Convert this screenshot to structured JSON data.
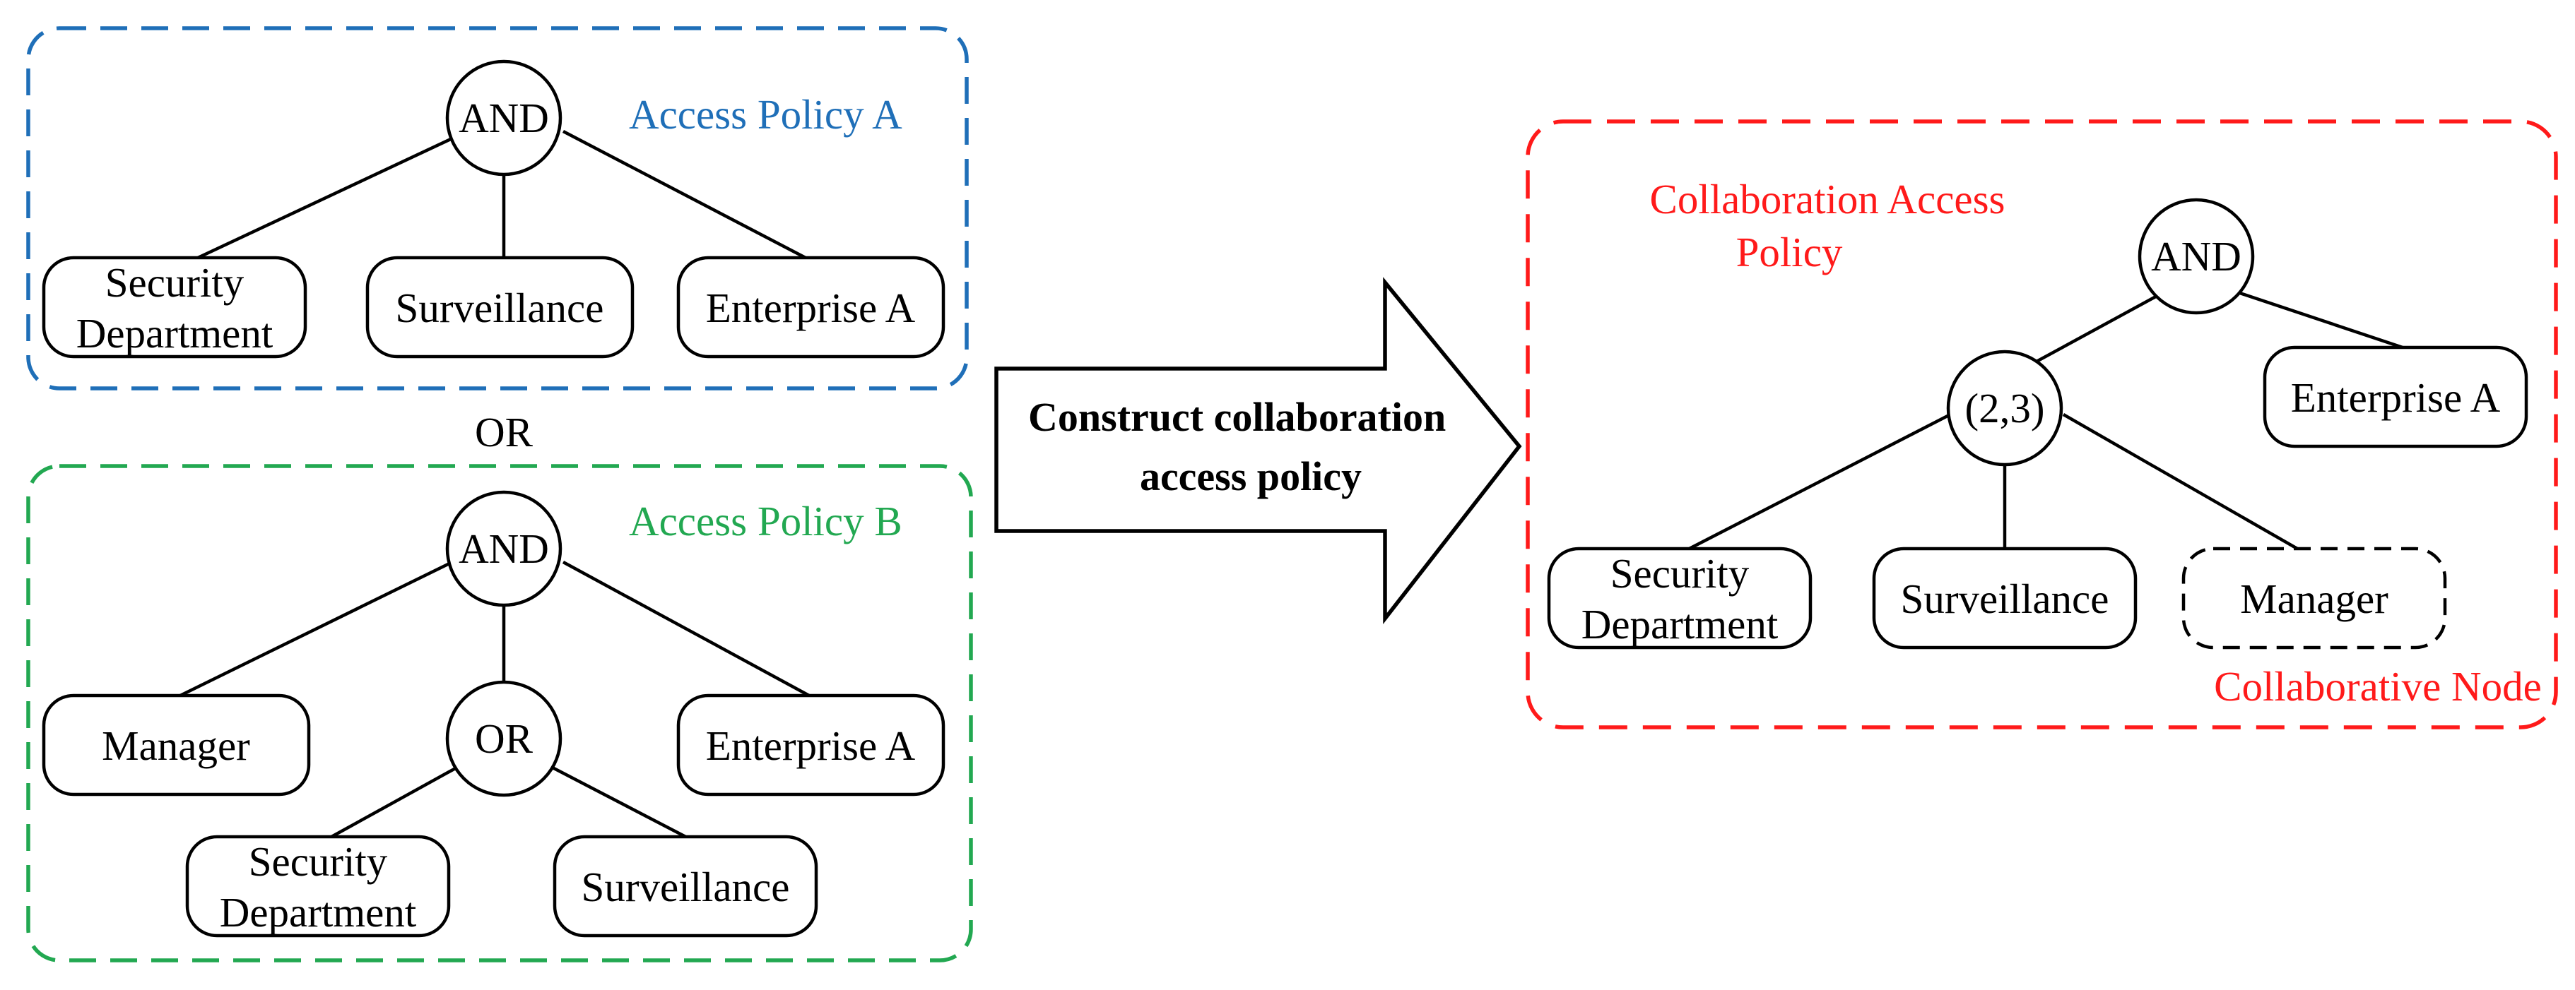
{
  "colors": {
    "policy_a_border": "#1f6fb8",
    "policy_b_border": "#22a851",
    "collab_border": "#ff1a1a",
    "line": "#000000"
  },
  "policy_a": {
    "title": "Access Policy A",
    "root": "AND",
    "leaves": {
      "security_line1": "Security",
      "security_line2": "Department",
      "surveillance": "Surveillance",
      "enterprise": "Enterprise A"
    }
  },
  "or_label": "OR",
  "policy_b": {
    "title": "Access Policy B",
    "root": "AND",
    "inner_gate": "OR",
    "leaves": {
      "manager": "Manager",
      "enterprise": "Enterprise A",
      "security_line1": "Security",
      "security_line2": "Department",
      "surveillance": "Surveillance"
    }
  },
  "arrow": {
    "line1": "Construct collaboration",
    "line2": "access policy"
  },
  "collab": {
    "title_line1": "Collaboration Access",
    "title_line2": "Policy",
    "root": "AND",
    "threshold_gate": "(2,3)",
    "leaves": {
      "enterprise": "Enterprise A",
      "security_line1": "Security",
      "security_line2": "Department",
      "surveillance": "Surveillance",
      "manager": "Manager"
    },
    "collaborative_node_label": "Collaborative Node"
  }
}
